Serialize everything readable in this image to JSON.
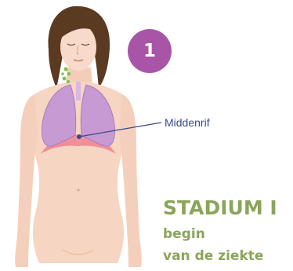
{
  "badge": {
    "number": "1",
    "color": "#a855a8"
  },
  "annotation": {
    "label": "Middenrif",
    "color": "#3a4a8c"
  },
  "stage": {
    "title": "STADIUM I",
    "subtitle_line1": "begin",
    "subtitle_line2": "van de ziekte",
    "color": "#8aa55a"
  },
  "illustration": {
    "skin_color": "#f6d5c2",
    "lung_color": "#c79ad4",
    "diaphragm_color": "#ef8f97",
    "lymph_node_color": "#7bc24f"
  }
}
